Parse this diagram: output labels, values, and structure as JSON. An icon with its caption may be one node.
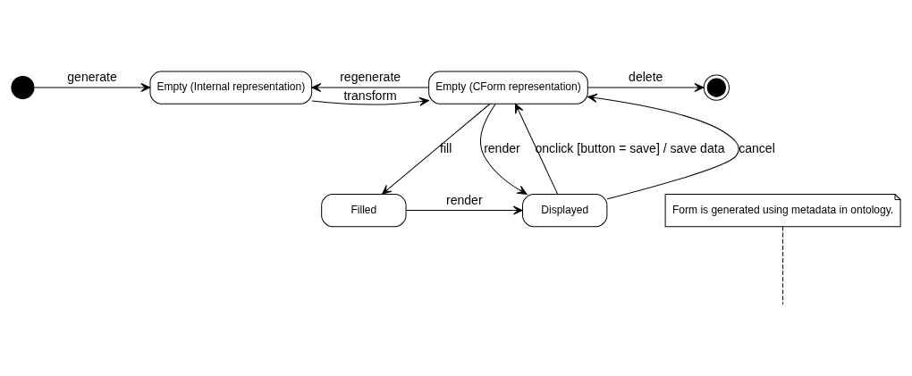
{
  "diagram": {
    "nodes": [
      {
        "text": [],
        "shape": "circle"
      },
      {
        "text": [
          "Empty (Internal representation)"
        ]
      },
      {
        "text": [
          "Empty (CForm representation)"
        ]
      },
      {
        "text": [],
        "shape": "bullseye"
      },
      {
        "text": [
          "Form is generated using metadata in ontology."
        ]
      },
      {
        "text": [
          "Displayed"
        ]
      },
      {
        "text": [
          "Filled"
        ]
      }
    ],
    "edges": [
      {
        "from": 0,
        "to": 1,
        "arrow": "to",
        "label": "generate"
      },
      {
        "from": 1,
        "to": 2,
        "arrow": "to",
        "label": "transform"
      },
      {
        "from": 2,
        "to": 1,
        "arrow": "to",
        "label": "regenerate"
      },
      {
        "from": 2,
        "to": 3,
        "arrow": "to",
        "label": "delete"
      },
      {
        "from": 4,
        "to": null,
        "arrow": "none",
        "style": "dashed"
      },
      {
        "from": 5,
        "to": 2,
        "arrow": "to",
        "label": "onclick [button = save] / save data"
      },
      {
        "from": 5,
        "to": 2,
        "arrow": "to",
        "label": "cancel"
      },
      {
        "from": 2,
        "to": 5,
        "arrow": "to",
        "label": "render"
      },
      {
        "from": 2,
        "to": 6,
        "arrow": "to",
        "label": "fill"
      },
      {
        "from": 6,
        "to": 5,
        "arrow": "to",
        "label": "render"
      }
    ]
  }
}
